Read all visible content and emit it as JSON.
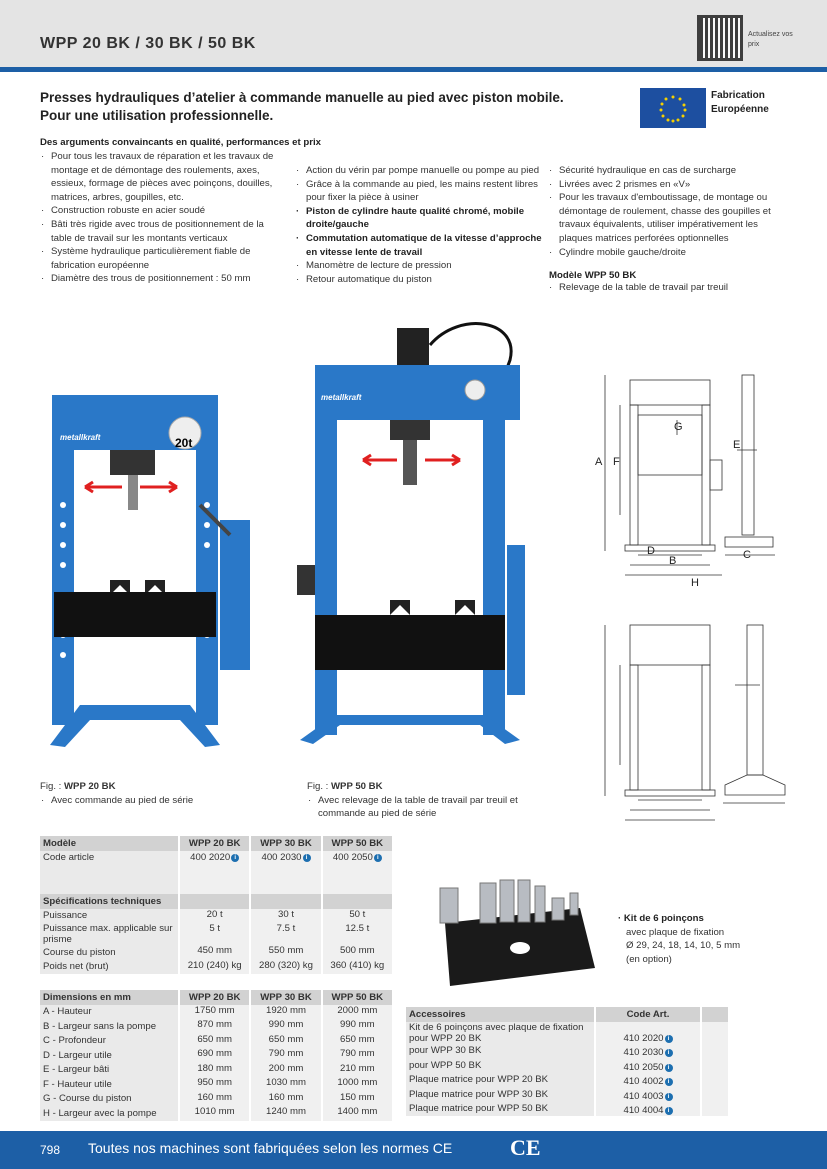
{
  "header": {
    "title": "WPP 20 BK / 30 BK / 50 BK",
    "qr_label": "Actualisez vos prix"
  },
  "headline": {
    "line1": "Presses hydrauliques d’atelier à commande manuelle au pied avec piston mobile.",
    "line2": "Pour une utilisation professionnelle."
  },
  "eu_badge": {
    "line1": "Fabrication",
    "line2": "Européenne"
  },
  "features": {
    "heading": "Des arguments convaincants en qualité, performances et prix",
    "col1": [
      {
        "t": "Pour tous les travaux de réparation et les travaux de montage et de démontage des roulements, axes, essieux, formage de pièces avec poinçons, douilles, matrices, arbres, goupilles, etc.",
        "b": false
      },
      {
        "t": "Construction robuste en acier soudé",
        "b": false
      },
      {
        "t": "Bâti très rigide avec trous de positionnement de la table de travail sur les montants verticaux",
        "b": false
      },
      {
        "t": "Système hydraulique particulièrement fiable de fabrication européenne",
        "b": false
      },
      {
        "t": "Diamètre des trous de positionnement : 50 mm",
        "b": false
      }
    ],
    "col2": [
      {
        "t": "Action du vérin par pompe manuelle ou pompe au pied",
        "b": false
      },
      {
        "t": "Grâce à la commande au pied, les mains restent libres pour fixer la pièce à usiner",
        "b": false
      },
      {
        "t": "Piston de cylindre haute qualité chromé, mobile droite/gauche",
        "b": true
      },
      {
        "t": "Commutation automatique de la vitesse d’approche en vitesse lente de travail",
        "b": true
      },
      {
        "t": "Manomètre de lecture de pression",
        "b": false
      },
      {
        "t": "Retour automatique du piston",
        "b": false
      }
    ],
    "col3": [
      {
        "t": "Sécurité hydraulique en cas de surcharge",
        "b": false
      },
      {
        "t": "Livrées avec 2 prismes en «V»",
        "b": false
      },
      {
        "t": "Pour les travaux d'emboutissage, de montage ou démontage de roulement, chasse des goupilles et travaux équivalents, utiliser impérativement les plaques matrices perforées optionnelles",
        "b": false
      },
      {
        "t": "Cylindre mobile gauche/droite",
        "b": false
      }
    ],
    "model50_heading": "Modèle WPP 50 BK",
    "model50_items": [
      {
        "t": "Relevage de la table de travail par treuil",
        "b": false
      }
    ]
  },
  "figures": {
    "fig1": {
      "prefix": "Fig. : ",
      "model": "WPP 20 BK",
      "items": [
        "Avec commande au pied de série"
      ],
      "badge": "20t",
      "brand": "metallkraft"
    },
    "fig2": {
      "prefix": "Fig. : ",
      "model": "WPP 50 BK",
      "items": [
        "Avec relevage de la table de travail par treuil et commande au pied de série"
      ],
      "brand": "metallkraft"
    }
  },
  "diagram": {
    "labels": [
      "A",
      "B",
      "C",
      "D",
      "E",
      "F",
      "G",
      "H"
    ]
  },
  "spec_table": {
    "header": [
      "Modèle",
      "WPP 20 BK",
      "WPP 30 BK",
      "WPP 50 BK"
    ],
    "code_row": [
      "Code article",
      "400 2020",
      "400 2030",
      "400 2050"
    ],
    "spec_heading": "Spécifications techniques",
    "rows": [
      [
        "Puissance",
        "20 t",
        "30 t",
        "50 t"
      ],
      [
        "Puissance max. applicable sur prisme",
        "5 t",
        "7.5 t",
        "12.5 t"
      ],
      [
        "Course du piston",
        "450 mm",
        "550 mm",
        "500 mm"
      ],
      [
        "Poids net (brut)",
        "210 (240) kg",
        "280 (320) kg",
        "360 (410) kg"
      ]
    ]
  },
  "dim_table": {
    "header": [
      "Dimensions en mm",
      "WPP 20 BK",
      "WPP 30 BK",
      "WPP 50 BK"
    ],
    "rows": [
      [
        "A - Hauteur",
        "1750 mm",
        "1920 mm",
        "2000 mm"
      ],
      [
        "B - Largeur sans la pompe",
        "870 mm",
        "990 mm",
        "990 mm"
      ],
      [
        "C - Profondeur",
        "650 mm",
        "650 mm",
        "650 mm"
      ],
      [
        "D - Largeur utile",
        "690 mm",
        "790 mm",
        "790 mm"
      ],
      [
        "E - Largeur bâti",
        "180 mm",
        "200 mm",
        "210 mm"
      ],
      [
        "F - Hauteur utile",
        "950 mm",
        "1030 mm",
        "1000 mm"
      ],
      [
        "G - Course du piston",
        "160 mm",
        "160 mm",
        "150 mm"
      ],
      [
        "H - Largeur avec la pompe",
        "1010 mm",
        "1240 mm",
        "1400 mm"
      ]
    ]
  },
  "kit": {
    "title": "Kit de 6 poinçons",
    "lines": [
      "avec plaque de fixation",
      "Ø 29, 24, 18, 14, 10, 5 mm",
      "(en option)"
    ]
  },
  "acc_table": {
    "header": [
      "Accessoires",
      "Code Art."
    ],
    "rows": [
      [
        "Kit de 6 poinçons avec plaque de fixation pour WPP 20 BK",
        "410 2020"
      ],
      [
        "pour WPP 30 BK",
        "410 2030"
      ],
      [
        "pour WPP 50 BK",
        "410 2050"
      ],
      [
        "Plaque matrice pour WPP 20 BK",
        "410 4002"
      ],
      [
        "Plaque matrice pour WPP 30 BK",
        "410 4003"
      ],
      [
        "Plaque matrice pour WPP 50 BK",
        "410 4004"
      ]
    ]
  },
  "footer": {
    "page": "798",
    "slogan": "Toutes nos machines sont fabriquées selon les normes CE",
    "ce_mark": "CE"
  },
  "colors": {
    "brand_blue": "#1d5fa6",
    "press_blue": "#2a78c8"
  }
}
